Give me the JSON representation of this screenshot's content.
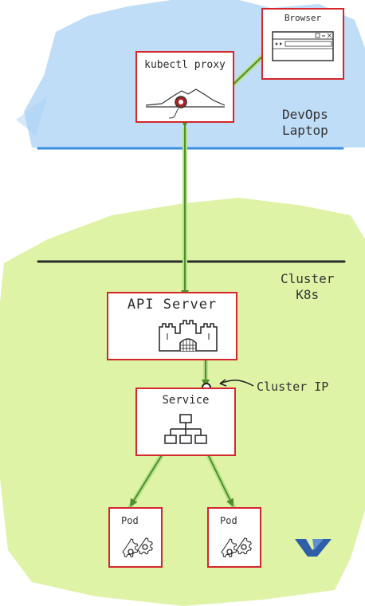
{
  "zones": {
    "laptop_label_1": "DevOps",
    "laptop_label_2": "Laptop",
    "cluster_label_1": "Cluster",
    "cluster_label_2": "K8s"
  },
  "nodes": {
    "browser": "Browser",
    "proxy": "kubectl proxy",
    "api": "API Server",
    "service": "Service",
    "pod1": "Pod",
    "pod2": "Pod"
  },
  "annotations": {
    "cluster_ip": "Cluster IP"
  },
  "colors": {
    "laptop_zone": "#a9d2f3",
    "cluster_zone": "#d6f08e",
    "box_border": "#d5262b",
    "arrow": "#4d8f2a",
    "arrow_light": "#b7e08a",
    "boundary_line": "#2a2a2a",
    "blue_line": "#3a8ee0",
    "logo": "#2f5fa8"
  },
  "logo": {
    "icon": "ovh-logo-icon"
  }
}
